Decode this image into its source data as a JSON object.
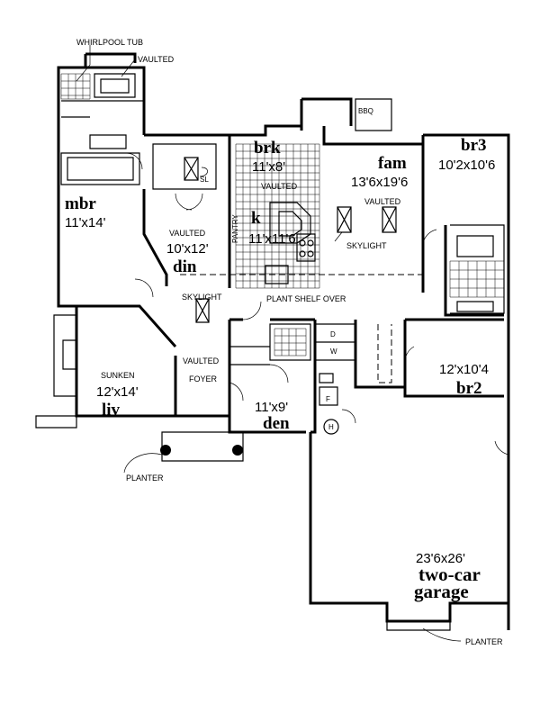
{
  "labels": {
    "whirlpool": "WHIRLPOOL TUB",
    "vaulted_top": "VAULTED",
    "bbq": "BBQ",
    "sl": "SL",
    "pantry": "PANTRY",
    "plant_shelf": "PLANT SHELF OVER",
    "skylight_fam": "SKYLIGHT",
    "skylight_din": "SKYLIGHT",
    "sunken": "SUNKEN",
    "foyer_vaulted": "VAULTED",
    "foyer": "FOYER",
    "planter_left": "PLANTER",
    "planter_right": "PLANTER",
    "d": "D",
    "w": "W",
    "f": "F",
    "h": "H"
  },
  "rooms": {
    "mbr": {
      "name": "mbr",
      "size": "11'x14'"
    },
    "brk": {
      "name": "brk",
      "size": "11'x8'",
      "note": "VAULTED"
    },
    "k": {
      "name": "k",
      "size": "11'x11'6"
    },
    "fam": {
      "name": "fam",
      "size": "13'6x19'6",
      "note": "VAULTED"
    },
    "br3": {
      "name": "br3",
      "size": "10'2x10'6"
    },
    "din": {
      "name": "din",
      "size": "10'x12'",
      "note": "VAULTED"
    },
    "liv": {
      "name": "liv",
      "size": "12'x14'"
    },
    "den": {
      "name": "den",
      "size": "11'x9'"
    },
    "br2": {
      "name": "br2",
      "size": "12'x10'4"
    },
    "garage": {
      "size": "23'6x26'",
      "line1": "two-car",
      "line2": "garage"
    }
  }
}
